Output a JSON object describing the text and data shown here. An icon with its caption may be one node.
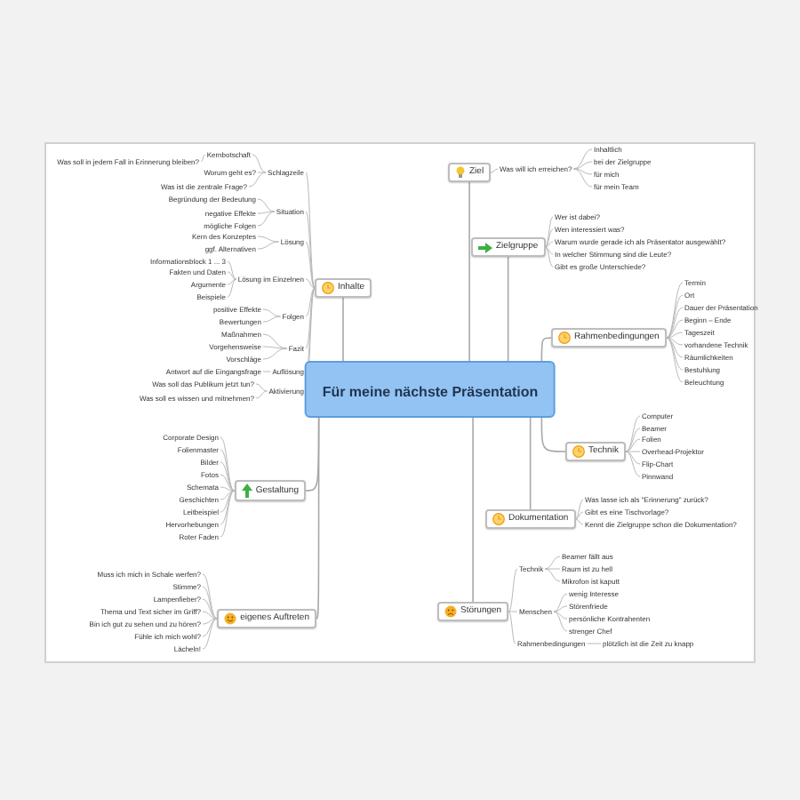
{
  "diagram": {
    "nodes": [
      {
        "text": [
          "Für meine nächste Präsentation"
        ]
      },
      {
        "text": [
          "Ziel"
        ]
      },
      {
        "text": [
          "Was will ich erreichen?"
        ]
      },
      {
        "text": [
          "Inhaltlich"
        ]
      },
      {
        "text": [
          "bei der Zielgruppe"
        ]
      },
      {
        "text": [
          "für mich"
        ]
      },
      {
        "text": [
          "für mein Team"
        ]
      },
      {
        "text": [
          "Zielgruppe"
        ]
      },
      {
        "text": [
          "Wer ist dabei?"
        ]
      },
      {
        "text": [
          "Wen interessiert was?"
        ]
      },
      {
        "text": [
          "Warum wurde gerade ich als Präsentator ausgewählt?"
        ]
      },
      {
        "text": [
          "In welcher Stimmung sind die Leute?"
        ]
      },
      {
        "text": [
          "Gibt es große Unterschiede?"
        ]
      },
      {
        "text": [
          "Rahmenbedingungen"
        ]
      },
      {
        "text": [
          "Termin"
        ]
      },
      {
        "text": [
          "Ort"
        ]
      },
      {
        "text": [
          "Dauer der Präsentation"
        ]
      },
      {
        "text": [
          "Beginn – Ende"
        ]
      },
      {
        "text": [
          "Tageszeit"
        ]
      },
      {
        "text": [
          "vorhandene Technik"
        ]
      },
      {
        "text": [
          "Räumlichkeiten"
        ]
      },
      {
        "text": [
          "Bestuhlung"
        ]
      },
      {
        "text": [
          "Beleuchtung"
        ]
      },
      {
        "text": [
          "Technik"
        ]
      },
      {
        "text": [
          "Computer"
        ]
      },
      {
        "text": [
          "Beamer"
        ]
      },
      {
        "text": [
          "Folien"
        ]
      },
      {
        "text": [
          "Overhead-Projektor"
        ]
      },
      {
        "text": [
          "Flip-Chart"
        ]
      },
      {
        "text": [
          "Pinnwand"
        ]
      },
      {
        "text": [
          "Dokumentation"
        ]
      },
      {
        "text": [
          "Was lasse ich als \"Erinnerung\" zurück?"
        ]
      },
      {
        "text": [
          "Gibt es eine Tischvorlage?"
        ]
      },
      {
        "text": [
          "Kennt die Zielgruppe schon die Dokumentation?"
        ]
      },
      {
        "text": [
          "Störungen"
        ]
      },
      {
        "text": [
          "Technik"
        ]
      },
      {
        "text": [
          "Beamer fällt aus"
        ]
      },
      {
        "text": [
          "Raum ist zu hell"
        ]
      },
      {
        "text": [
          "Mikrofon ist kaputt"
        ]
      },
      {
        "text": [
          "Menschen"
        ]
      },
      {
        "text": [
          "wenig Interesse"
        ]
      },
      {
        "text": [
          "Störenfriede"
        ]
      },
      {
        "text": [
          "persönliche Kontrahenten"
        ]
      },
      {
        "text": [
          "strenger Chef"
        ]
      },
      {
        "text": [
          "Rahmenbedingungen"
        ]
      },
      {
        "text": [
          "plötzlich ist die Zeit zu knapp"
        ]
      },
      {
        "text": [
          "eigenes Auftreten"
        ]
      },
      {
        "text": [
          "Muss ich mich in Schale werfen?"
        ]
      },
      {
        "text": [
          "Stimme?"
        ]
      },
      {
        "text": [
          "Lampenfieber?"
        ]
      },
      {
        "text": [
          "Thema und Text sicher im Griff?"
        ]
      },
      {
        "text": [
          "Bin ich gut zu sehen und zu hören?"
        ]
      },
      {
        "text": [
          "Fühle ich mich wohl?"
        ]
      },
      {
        "text": [
          "Lächeln!"
        ]
      },
      {
        "text": [
          "Gestaltung"
        ]
      },
      {
        "text": [
          "Corporate Design"
        ]
      },
      {
        "text": [
          "Folienmaster"
        ]
      },
      {
        "text": [
          "Bilder"
        ]
      },
      {
        "text": [
          "Fotos"
        ]
      },
      {
        "text": [
          "Schemata"
        ]
      },
      {
        "text": [
          "Geschichten"
        ]
      },
      {
        "text": [
          "Leitbeispiel"
        ]
      },
      {
        "text": [
          "Hervorhebungen"
        ]
      },
      {
        "text": [
          "Roter Faden"
        ]
      },
      {
        "text": [
          "Inhalte"
        ]
      },
      {
        "text": [
          "Schlagzeile"
        ]
      },
      {
        "text": [
          "Kernbotschaft"
        ]
      },
      {
        "text": [
          "Was soll in jedem Fall in Erinnerung bleiben?"
        ]
      },
      {
        "text": [
          "Worum geht es?"
        ]
      },
      {
        "text": [
          "Was ist die zentrale Frage?"
        ]
      },
      {
        "text": [
          "Situation"
        ]
      },
      {
        "text": [
          "Begründung der Bedeutung"
        ]
      },
      {
        "text": [
          "negative Effekte"
        ]
      },
      {
        "text": [
          "mögliche Folgen"
        ]
      },
      {
        "text": [
          "Lösung"
        ]
      },
      {
        "text": [
          "Kern des Konzeptes"
        ]
      },
      {
        "text": [
          "ggf. Alternativen"
        ]
      },
      {
        "text": [
          "Lösung im Einzelnen"
        ]
      },
      {
        "text": [
          "Informationsblock 1 ... 3"
        ]
      },
      {
        "text": [
          "Fakten und Daten"
        ]
      },
      {
        "text": [
          "Argumente"
        ]
      },
      {
        "text": [
          "Beispiele"
        ]
      },
      {
        "text": [
          "Folgen"
        ]
      },
      {
        "text": [
          "positive Effekte"
        ]
      },
      {
        "text": [
          "Bewertungen"
        ]
      },
      {
        "text": [
          "Fazit"
        ]
      },
      {
        "text": [
          "Maßnahmen"
        ]
      },
      {
        "text": [
          "Vorgehensweise"
        ]
      },
      {
        "text": [
          "Vorschläge"
        ]
      },
      {
        "text": [
          "Auflösung"
        ]
      },
      {
        "text": [
          "Antwort auf die Eingangsfrage"
        ]
      },
      {
        "text": [
          "Aktivierung"
        ]
      },
      {
        "text": [
          "Was soll das Publikum jetzt tun?"
        ]
      },
      {
        "text": [
          "Was soll es wissen und mitnehmen?"
        ]
      }
    ],
    "edges": [
      {
        "from": 0,
        "to": 1,
        "arrow": "none"
      },
      {
        "from": 1,
        "to": 2,
        "arrow": "none"
      },
      {
        "from": 2,
        "to": 3,
        "arrow": "none"
      },
      {
        "from": 2,
        "to": 4,
        "arrow": "none"
      },
      {
        "from": 2,
        "to": 5,
        "arrow": "none"
      },
      {
        "from": 2,
        "to": 6,
        "arrow": "none"
      },
      {
        "from": 0,
        "to": 7,
        "arrow": "none"
      },
      {
        "from": 7,
        "to": 8,
        "arrow": "none"
      },
      {
        "from": 7,
        "to": 9,
        "arrow": "none"
      },
      {
        "from": 7,
        "to": 10,
        "arrow": "none"
      },
      {
        "from": 7,
        "to": 11,
        "arrow": "none"
      },
      {
        "from": 7,
        "to": 12,
        "arrow": "none"
      },
      {
        "from": 0,
        "to": 13,
        "arrow": "none"
      },
      {
        "from": 13,
        "to": 14,
        "arrow": "none"
      },
      {
        "from": 13,
        "to": 15,
        "arrow": "none"
      },
      {
        "from": 13,
        "to": 16,
        "arrow": "none"
      },
      {
        "from": 13,
        "to": 17,
        "arrow": "none"
      },
      {
        "from": 13,
        "to": 18,
        "arrow": "none"
      },
      {
        "from": 13,
        "to": 19,
        "arrow": "none"
      },
      {
        "from": 13,
        "to": 20,
        "arrow": "none"
      },
      {
        "from": 13,
        "to": 21,
        "arrow": "none"
      },
      {
        "from": 13,
        "to": 22,
        "arrow": "none"
      },
      {
        "from": 0,
        "to": 23,
        "arrow": "none"
      },
      {
        "from": 23,
        "to": 24,
        "arrow": "none"
      },
      {
        "from": 23,
        "to": 25,
        "arrow": "none"
      },
      {
        "from": 23,
        "to": 26,
        "arrow": "none"
      },
      {
        "from": 23,
        "to": 27,
        "arrow": "none"
      },
      {
        "from": 23,
        "to": 28,
        "arrow": "none"
      },
      {
        "from": 23,
        "to": 29,
        "arrow": "none"
      },
      {
        "from": 0,
        "to": 30,
        "arrow": "none"
      },
      {
        "from": 30,
        "to": 31,
        "arrow": "none"
      },
      {
        "from": 30,
        "to": 32,
        "arrow": "none"
      },
      {
        "from": 30,
        "to": 33,
        "arrow": "none"
      },
      {
        "from": 0,
        "to": 34,
        "arrow": "none"
      },
      {
        "from": 34,
        "to": 35,
        "arrow": "none"
      },
      {
        "from": 35,
        "to": 36,
        "arrow": "none"
      },
      {
        "from": 35,
        "to": 37,
        "arrow": "none"
      },
      {
        "from": 35,
        "to": 38,
        "arrow": "none"
      },
      {
        "from": 34,
        "to": 39,
        "arrow": "none"
      },
      {
        "from": 39,
        "to": 40,
        "arrow": "none"
      },
      {
        "from": 39,
        "to": 41,
        "arrow": "none"
      },
      {
        "from": 39,
        "to": 42,
        "arrow": "none"
      },
      {
        "from": 39,
        "to": 43,
        "arrow": "none"
      },
      {
        "from": 34,
        "to": 44,
        "arrow": "none"
      },
      {
        "from": 44,
        "to": 45,
        "arrow": "none"
      },
      {
        "from": 0,
        "to": 46,
        "arrow": "none"
      },
      {
        "from": 46,
        "to": 47,
        "arrow": "none"
      },
      {
        "from": 46,
        "to": 48,
        "arrow": "none"
      },
      {
        "from": 46,
        "to": 49,
        "arrow": "none"
      },
      {
        "from": 46,
        "to": 50,
        "arrow": "none"
      },
      {
        "from": 46,
        "to": 51,
        "arrow": "none"
      },
      {
        "from": 46,
        "to": 52,
        "arrow": "none"
      },
      {
        "from": 46,
        "to": 53,
        "arrow": "none"
      },
      {
        "from": 0,
        "to": 54,
        "arrow": "none"
      },
      {
        "from": 54,
        "to": 55,
        "arrow": "none"
      },
      {
        "from": 54,
        "to": 56,
        "arrow": "none"
      },
      {
        "from": 54,
        "to": 57,
        "arrow": "none"
      },
      {
        "from": 54,
        "to": 58,
        "arrow": "none"
      },
      {
        "from": 54,
        "to": 59,
        "arrow": "none"
      },
      {
        "from": 54,
        "to": 60,
        "arrow": "none"
      },
      {
        "from": 54,
        "to": 61,
        "arrow": "none"
      },
      {
        "from": 54,
        "to": 62,
        "arrow": "none"
      },
      {
        "from": 54,
        "to": 63,
        "arrow": "none"
      },
      {
        "from": 0,
        "to": 64,
        "arrow": "none"
      },
      {
        "from": 64,
        "to": 65,
        "arrow": "none"
      },
      {
        "from": 65,
        "to": 66,
        "arrow": "none"
      },
      {
        "from": 66,
        "to": 67,
        "arrow": "none"
      },
      {
        "from": 65,
        "to": 68,
        "arrow": "none"
      },
      {
        "from": 65,
        "to": 69,
        "arrow": "none"
      },
      {
        "from": 64,
        "to": 70,
        "arrow": "none"
      },
      {
        "from": 70,
        "to": 71,
        "arrow": "none"
      },
      {
        "from": 70,
        "to": 72,
        "arrow": "none"
      },
      {
        "from": 70,
        "to": 73,
        "arrow": "none"
      },
      {
        "from": 64,
        "to": 74,
        "arrow": "none"
      },
      {
        "from": 74,
        "to": 75,
        "arrow": "none"
      },
      {
        "from": 74,
        "to": 76,
        "arrow": "none"
      },
      {
        "from": 64,
        "to": 77,
        "arrow": "none"
      },
      {
        "from": 77,
        "to": 78,
        "arrow": "none"
      },
      {
        "from": 77,
        "to": 79,
        "arrow": "none"
      },
      {
        "from": 77,
        "to": 80,
        "arrow": "none"
      },
      {
        "from": 77,
        "to": 81,
        "arrow": "none"
      },
      {
        "from": 64,
        "to": 82,
        "arrow": "none"
      },
      {
        "from": 82,
        "to": 83,
        "arrow": "none"
      },
      {
        "from": 82,
        "to": 84,
        "arrow": "none"
      },
      {
        "from": 64,
        "to": 85,
        "arrow": "none"
      },
      {
        "from": 85,
        "to": 86,
        "arrow": "none"
      },
      {
        "from": 85,
        "to": 87,
        "arrow": "none"
      },
      {
        "from": 85,
        "to": 88,
        "arrow": "none"
      },
      {
        "from": 64,
        "to": 89,
        "arrow": "none"
      },
      {
        "from": 89,
        "to": 90,
        "arrow": "none"
      },
      {
        "from": 64,
        "to": 91,
        "arrow": "none"
      },
      {
        "from": 91,
        "to": 92,
        "arrow": "none"
      },
      {
        "from": 91,
        "to": 93,
        "arrow": "none"
      }
    ]
  }
}
